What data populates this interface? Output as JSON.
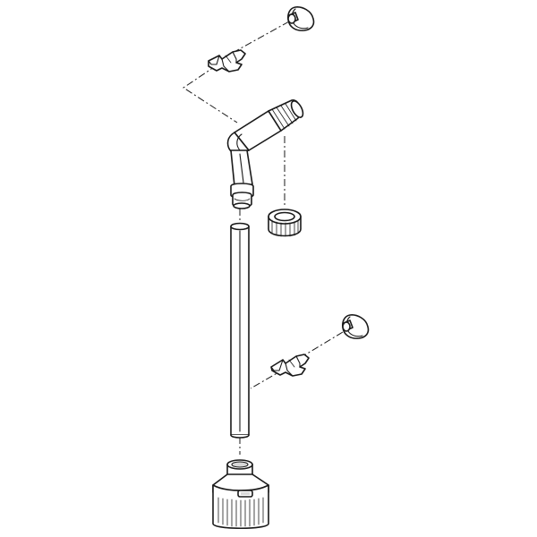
{
  "diagram": {
    "type": "exploded-parts-view",
    "line_color": "#1a1a1a",
    "background": "#ffffff",
    "parts": [
      {
        "id": "suction-cup-top",
        "icon": "suction-cup-icon"
      },
      {
        "id": "clip-top",
        "icon": "tube-clip-icon"
      },
      {
        "id": "elbow-connector",
        "icon": "elbow-pipe-icon"
      },
      {
        "id": "hose-nut",
        "icon": "threaded-nut-icon"
      },
      {
        "id": "straight-tube",
        "icon": "tube-icon"
      },
      {
        "id": "suction-cup-bottom",
        "icon": "suction-cup-icon"
      },
      {
        "id": "clip-bottom",
        "icon": "tube-clip-icon"
      },
      {
        "id": "intake-strainer",
        "icon": "strainer-icon"
      }
    ],
    "assembly_lines": [
      {
        "from": "suction-cup-top",
        "to": "clip-top"
      },
      {
        "from": "clip-top",
        "to": "elbow-connector"
      },
      {
        "from": "elbow-connector",
        "to": "hose-nut"
      },
      {
        "from": "elbow-connector",
        "to": "straight-tube"
      },
      {
        "from": "suction-cup-bottom",
        "to": "clip-bottom"
      },
      {
        "from": "clip-bottom",
        "to": "straight-tube"
      },
      {
        "from": "straight-tube",
        "to": "intake-strainer"
      }
    ]
  }
}
